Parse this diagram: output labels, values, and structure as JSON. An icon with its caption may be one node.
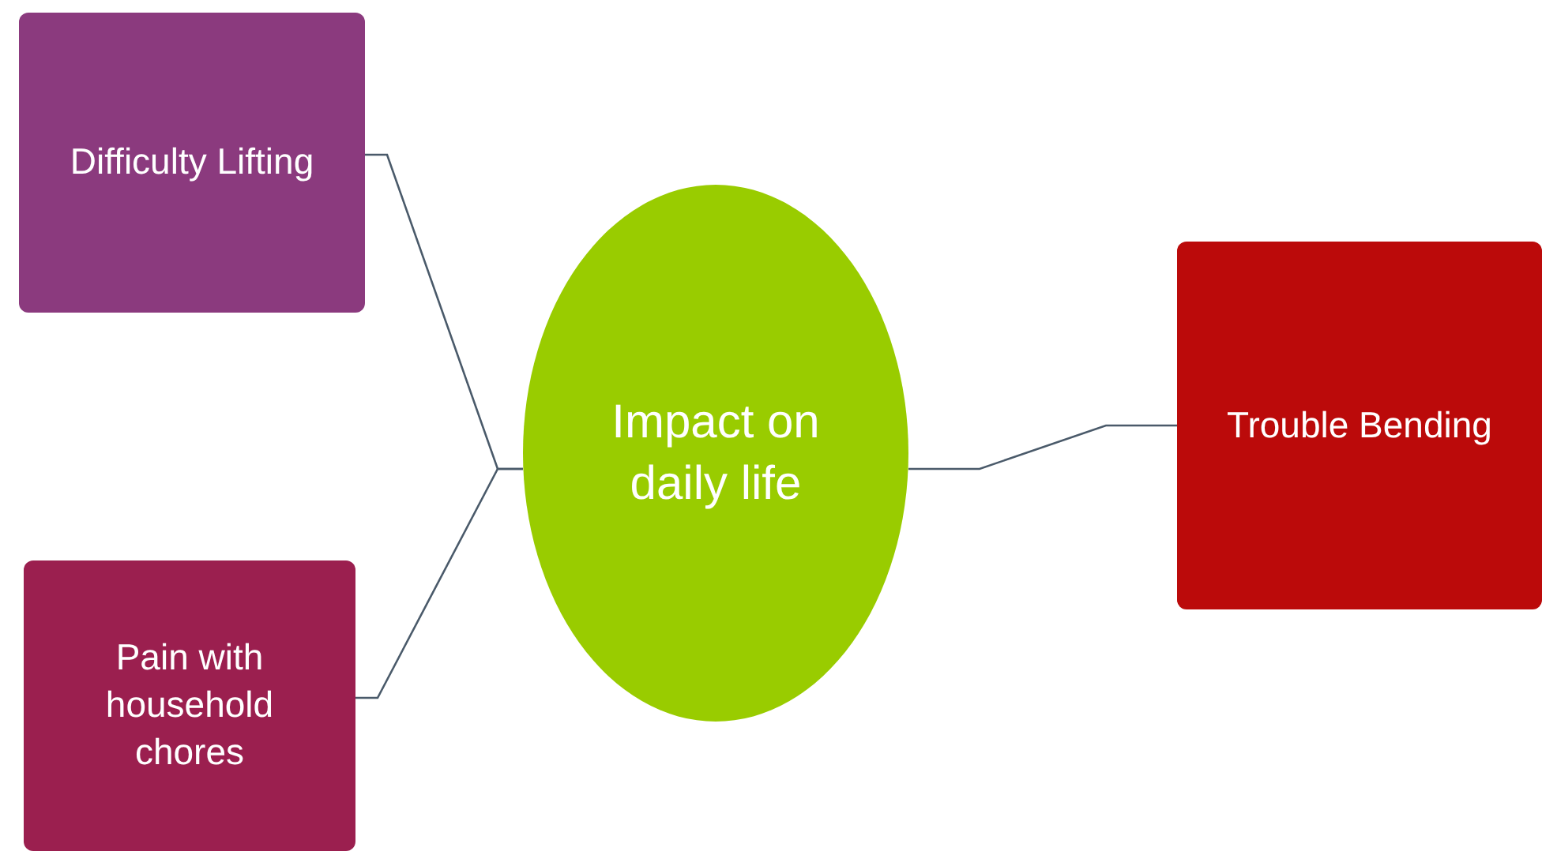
{
  "diagram": {
    "nodes": [
      {
        "text": [
          "Impact on daily life"
        ]
      },
      {
        "text": [
          "Difficulty Lifting"
        ]
      },
      {
        "text": [
          "Pain with household chores"
        ]
      },
      {
        "text": [
          "Trouble Bending"
        ]
      }
    ],
    "edges": [
      {
        "from": 0,
        "to": 1,
        "arrow": "none"
      },
      {
        "from": 0,
        "to": 2,
        "arrow": "none"
      },
      {
        "from": 0,
        "to": 3,
        "arrow": "none"
      }
    ]
  }
}
